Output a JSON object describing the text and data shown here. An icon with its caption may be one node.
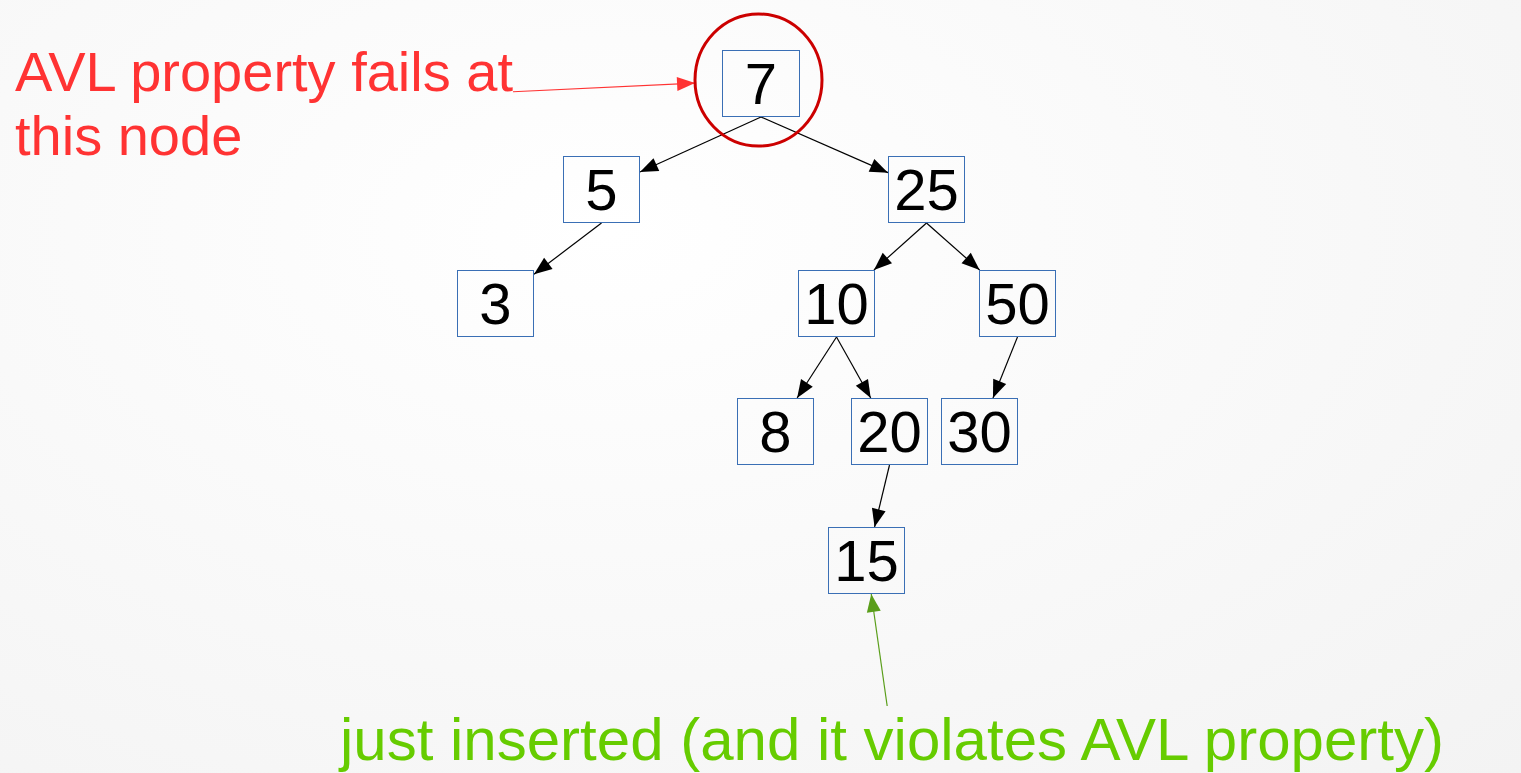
{
  "diagram": {
    "nodes": [
      {
        "text": [
          "AVL property fails at this node"
        ]
      },
      {
        "text": [],
        "shape": "circle"
      },
      {
        "text": [
          "7"
        ],
        "in": 1
      },
      {
        "text": [
          "5"
        ]
      },
      {
        "text": [
          "25"
        ]
      },
      {
        "text": [
          "3"
        ]
      },
      {
        "text": [
          "10"
        ]
      },
      {
        "text": [
          "50"
        ]
      },
      {
        "text": [
          "8"
        ]
      },
      {
        "text": [
          "20"
        ]
      },
      {
        "text": [
          "30"
        ]
      },
      {
        "text": [
          "15"
        ]
      },
      {
        "text": [
          "just inserted (and it violates AVL property)"
        ]
      }
    ],
    "edges": [
      {
        "from": 0,
        "to": 1,
        "arrow": "to",
        "color": "#ff3333"
      },
      {
        "from": 2,
        "to": 3,
        "arrow": "to"
      },
      {
        "from": 2,
        "to": 4,
        "arrow": "to"
      },
      {
        "from": 3,
        "to": 5,
        "arrow": "to"
      },
      {
        "from": 4,
        "to": 6,
        "arrow": "to"
      },
      {
        "from": 4,
        "to": 7,
        "arrow": "to"
      },
      {
        "from": 6,
        "to": 8,
        "arrow": "to"
      },
      {
        "from": 6,
        "to": 9,
        "arrow": "to"
      },
      {
        "from": 7,
        "to": 10,
        "arrow": "to"
      },
      {
        "from": 9,
        "to": 11,
        "arrow": "to"
      },
      {
        "from": 12,
        "to": 11,
        "arrow": "to",
        "color": "#5a9e1a"
      }
    ]
  }
}
